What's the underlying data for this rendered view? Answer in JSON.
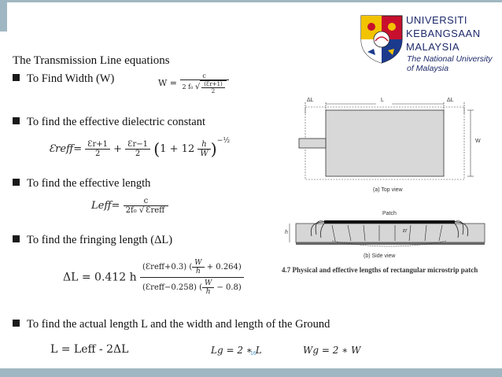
{
  "logo": {
    "line1": "UNIVERSITI",
    "line2": "KEBANGSAAN",
    "line3": "MALAYSIA",
    "line4": "The National University",
    "line5": "of Malaysia"
  },
  "title": "The Transmission Line equations",
  "bullets": [
    "To Find Width (W)",
    "To find the effective dielectric constant",
    "To find the effective length",
    "To find  the fringing length (ΔL)",
    "To find the actual length L and the width and length of the Ground"
  ],
  "eq_width": {
    "lhs": "W =",
    "num": "c",
    "den_prefix": "2 f₀",
    "sqrt_num": "(Ɛr+1)",
    "sqrt_den": "2"
  },
  "eq_eeff": {
    "lhs": "Ɛreff=",
    "f1_num": "Ɛr+1",
    "f1_den": "2",
    "plus1": "+",
    "f2_num": "Ɛr−1",
    "f2_den": "2",
    "paren_open": "(",
    "one_plus": "1 + 12",
    "f3_num": "h",
    "f3_den": "W",
    "paren_close": ")",
    "exp": "−½"
  },
  "eq_leff": {
    "lhs": "Leff=",
    "num": "c",
    "den_prefix": "2f₀",
    "sqrt_content": "Ɛreff"
  },
  "eq_dl": {
    "lhs": "ΔL = 0.412 h",
    "num_a": "(Ɛreff+0.3)",
    "num_b": "(",
    "num_c_num": "W",
    "num_c_den": "h",
    "num_d": "+ 0.264)",
    "den_a": "(Ɛreff−0.258)",
    "den_b": "(",
    "den_c_num": "W",
    "den_c_den": "h",
    "den_d": "− 0.8)"
  },
  "eq_l": "L = Leff - 2ΔL",
  "eq_lg": "Lg = 2 ∗ L",
  "eq_wg": "Wg = 2 ∗ W",
  "slide_number": "16",
  "figure": {
    "dl_left": "ΔL",
    "l_label": "L",
    "dl_right": "ΔL",
    "w_label": "W",
    "top_caption": "(a) Top view",
    "patch_label": "Patch",
    "er_label": "εr",
    "h_label": "h",
    "side_caption": "(b) Side view",
    "fig_caption": "4.7  Physical and effective lengths of rectangular microstrip patch"
  }
}
